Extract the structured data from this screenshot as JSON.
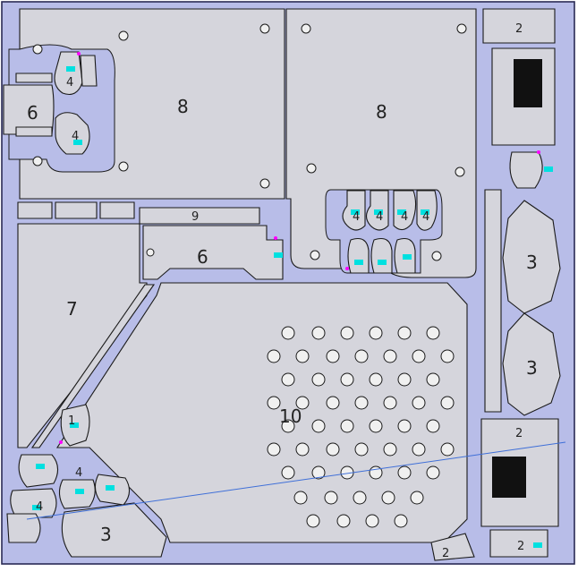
{
  "diagram": {
    "background_color": "#b8bde8",
    "part_color": "#d5d5dc",
    "outline_color": "#1a1a1a",
    "marker_color": "#00e0e0",
    "point_color": "#ff00ff",
    "labels": {
      "part_6_top": "6",
      "part_8_left": "8",
      "part_8_right": "8",
      "part_6_mid": "6",
      "part_7": "7",
      "part_10": "10",
      "part_3_right_top": "3",
      "part_3_right_bottom": "3",
      "part_3_bottom": "3",
      "part_4_a": "4",
      "part_4_b": "4",
      "part_4_c": "4",
      "part_4_d": "4",
      "part_4_e": "4",
      "part_4_f": "4",
      "part_4_g": "4",
      "part_4_h": "4",
      "part_2_top": "2",
      "part_2_bottom": "2",
      "part_2_b1": "2",
      "part_2_b2": "2",
      "part_9": "9",
      "part_1": "1"
    }
  }
}
